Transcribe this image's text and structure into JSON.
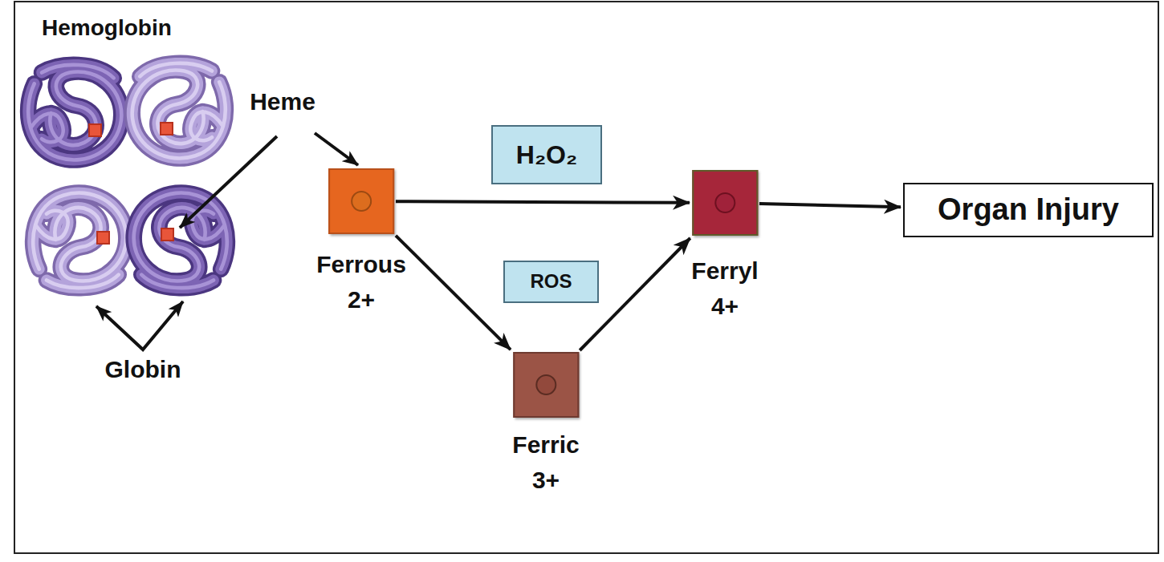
{
  "diagram": {
    "title": "Hemoglobin",
    "nodes": [
      {
        "text": [
          "Ferrous 2+"
        ]
      },
      {
        "text": [
          "Ferric 3+"
        ]
      },
      {
        "text": [
          "Ferryl 4+"
        ]
      },
      {
        "text": [
          "Organ Injury"
        ]
      }
    ],
    "edges": [
      {
        "from": 0,
        "to": 2,
        "arrow": "to",
        "label": "H₂O₂"
      },
      {
        "from": 0,
        "to": 1,
        "arrow": "to",
        "label": "ROS"
      },
      {
        "from": 1,
        "to": 2,
        "arrow": "to"
      },
      {
        "from": 2,
        "to": 3,
        "arrow": "to"
      }
    ],
    "labels": [
      "Heme",
      "Globin"
    ]
  }
}
